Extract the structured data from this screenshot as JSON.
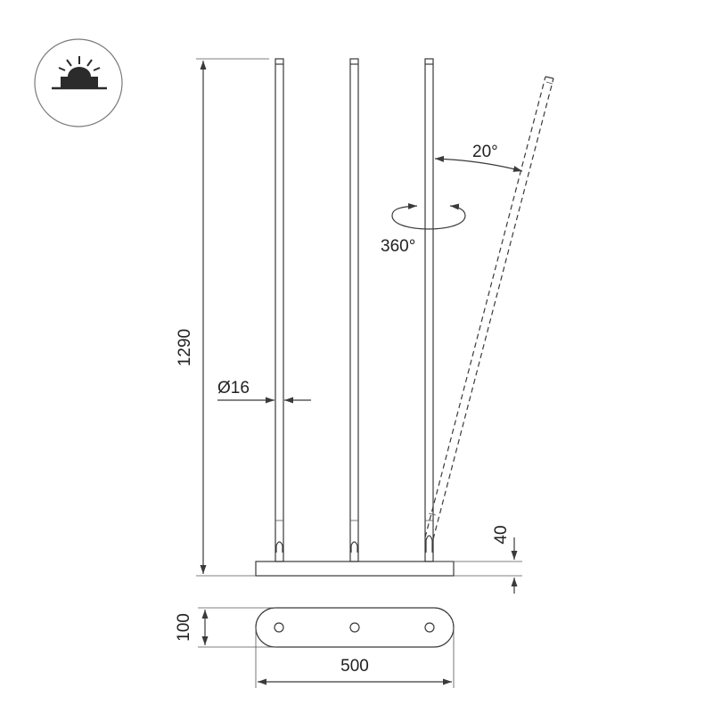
{
  "drawing": {
    "height_label": "1290",
    "diameter_label": "Ø16",
    "tilt_label": "20°",
    "rotation_label": "360°",
    "base_height_label": "40",
    "base_depth_label": "100",
    "base_width_label": "500"
  },
  "icon": {
    "name": "surface-mounted-light-icon"
  },
  "colors": {
    "line": "#3a3a3a",
    "icon_fill": "#2b2b2b"
  }
}
